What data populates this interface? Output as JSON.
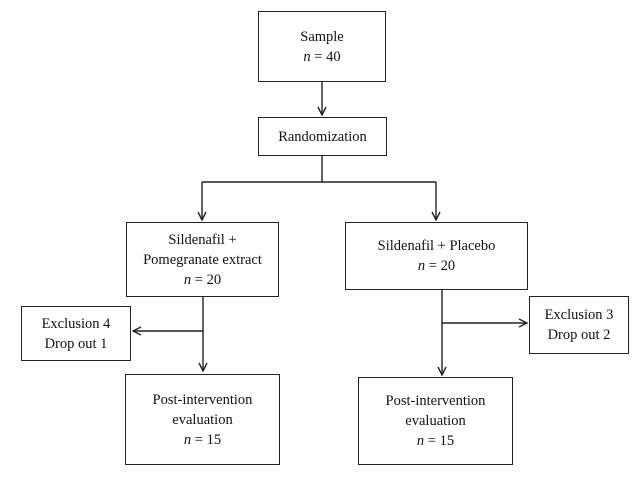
{
  "sample": {
    "label": "Sample",
    "n_sym": "n",
    "n_val": " = 40"
  },
  "randomization": {
    "label": "Randomization"
  },
  "group_a": {
    "line1": "Sildenafil +",
    "line2": "Pomegranate extract",
    "n_sym": "n",
    "n_val": " = 20"
  },
  "group_b": {
    "line1": "Sildenafil + Placebo",
    "n_sym": "n",
    "n_val": " = 20"
  },
  "exclusion_a": {
    "line1": "Exclusion 4",
    "line2": "Drop out 1"
  },
  "exclusion_b": {
    "line1": "Exclusion 3",
    "line2": "Drop out 2"
  },
  "post_a": {
    "line1": "Post-intervention",
    "line2": "evaluation",
    "n_sym": "n",
    "n_val": " = 15"
  },
  "post_b": {
    "line1": "Post-intervention",
    "line2": "evaluation",
    "n_sym": "n",
    "n_val": " = 15"
  }
}
